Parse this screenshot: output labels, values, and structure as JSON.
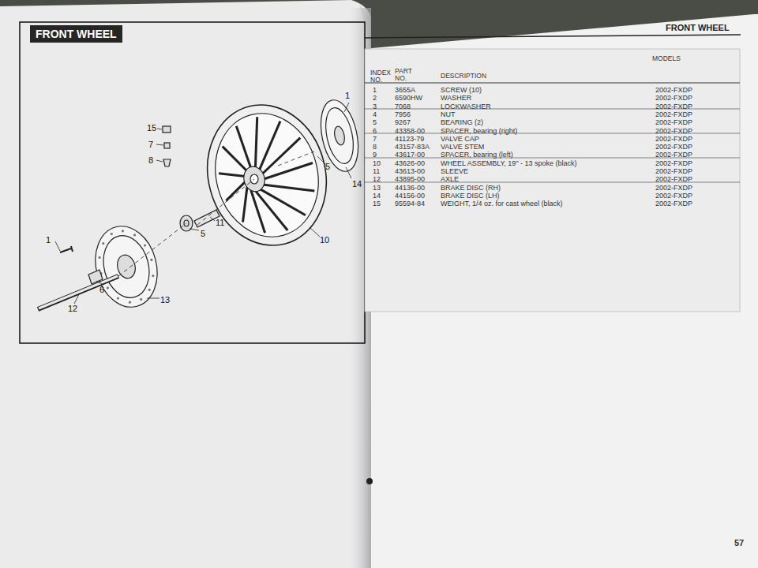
{
  "diagram": {
    "title": "FRONT WHEEL",
    "nodes": [
      {
        "text": [
          "FRONT WHEEL"
        ]
      }
    ],
    "labels": [
      "15",
      "7",
      "8",
      "1",
      "5",
      "14",
      "10",
      "11",
      "5",
      "1",
      "6",
      "12",
      "13",
      "INDEX NO.",
      "PART NO.",
      "DESCRIPTION",
      "MODELS",
      "1",
      "3655A",
      "SCREW (10)",
      "2002-FXDP",
      "2",
      "6590HW",
      "WASHER",
      "2002-FXDP",
      "3",
      "7068",
      "LOCKWASHER",
      "2002-FXDP",
      "4",
      "7956",
      "NUT",
      "2002-FXDP",
      "5",
      "9267",
      "BEARING (2)",
      "2002-FXDP",
      "6",
      "43358-00",
      "SPACER, bearing (right)",
      "2002-FXDP",
      "7",
      "41123-79",
      "VALVE CAP",
      "2002-FXDP",
      "8",
      "43157-83A",
      "VALVE STEM",
      "2002-FXDP",
      "9",
      "43617-00",
      "SPACER, bearing (left)",
      "2002-FXDP",
      "10",
      "43626-00",
      "WHEEL ASSEMBLY, 19\" - 13 spoke (black)",
      "2002-FXDP",
      "11",
      "43613-00",
      "SLEEVE",
      "2002-FXDP",
      "12",
      "43895-00",
      "AXLE",
      "2002-FXDP",
      "13",
      "44136-00",
      "BRAKE DISC (RH)",
      "2002-FXDP",
      "14",
      "44156-00",
      "BRAKE DISC (LH)",
      "2002-FXDP",
      "15",
      "95594-84",
      "WEIGHT, 1/4 oz. for cast wheel (black)",
      "2002-FXDP",
      "57"
    ]
  }
}
